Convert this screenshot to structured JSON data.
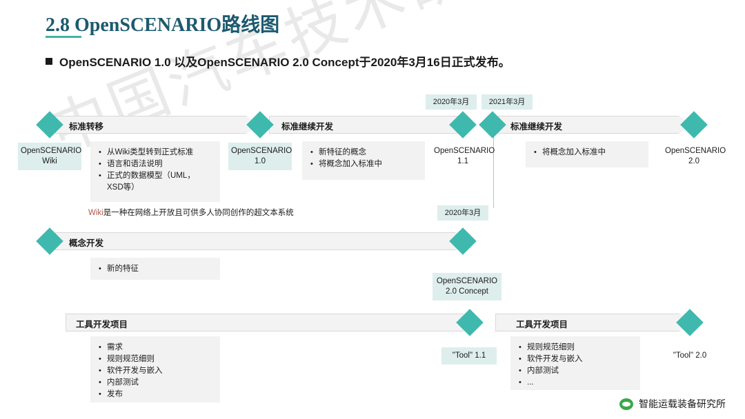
{
  "slide": {
    "title": "2.8 OpenSCENARIO路线图",
    "bullet": "OpenSCENARIO 1.0 以及OpenSCENARIO 2.0 Concept于2020年3月16日正式发布。",
    "watermark": "中国汽车技术研究中心有限公司",
    "badge_text": "智能运载装备研究所"
  },
  "chart_data": {
    "type": "diagram",
    "title": "OpenSCENARIO路线图",
    "tracks": [
      {
        "name": "standard-track",
        "phases": [
          {
            "title": "标准转移",
            "items": [
              "从Wiki类型转到正式标准",
              "语言和语法说明",
              "正式的数据模型（UML，",
              "XSD等）"
            ]
          },
          {
            "title": "标准继续开发",
            "items": [
              "新特征的概念",
              "将概念加入标准中"
            ]
          },
          {
            "title": "标准继续开发",
            "items": [
              "将概念加入标准中"
            ]
          }
        ],
        "milestones": [
          "OpenSCENARIO Wiki",
          "OpenSCENARIO 1.0",
          "OpenSCENARIO 1.1",
          "OpenSCENARIO 2.0"
        ],
        "dates": [
          "2020年3月",
          "2021年3月"
        ]
      },
      {
        "name": "concept-track",
        "phases": [
          {
            "title": "概念开发",
            "items": [
              "新的特征"
            ]
          }
        ],
        "milestones": [
          "OpenSCENARIO 2.0 Concept"
        ],
        "dates": [
          "2020年3月"
        ]
      },
      {
        "name": "tool-track",
        "phases": [
          {
            "title": "工具开发项目",
            "items": [
              "需求",
              "规则规范细则",
              "软件开发与嵌入",
              "内部测试",
              "发布"
            ]
          },
          {
            "title": "工具开发项目",
            "items": [
              "规则规范细则",
              "软件开发与嵌入",
              "内部测试",
              "..."
            ]
          }
        ],
        "milestones": [
          "\"Tool\" 1.1",
          "\"Tool\" 2.0"
        ]
      }
    ]
  },
  "row1": {
    "node_wiki": "OpenSCENARIO\nWiki",
    "node_10": "OpenSCENARIO\n1.0",
    "node_11": "OpenSCENARIO\n1.1",
    "node_20": "OpenSCENARIO\n2.0",
    "date_2020": "2020年3月",
    "date_2021": "2021年3月",
    "phase1_title": "标准转移",
    "phase1_items": [
      "从Wiki类型转到正式标准",
      "语言和语法说明",
      "正式的数据模型（UML，",
      "XSD等）"
    ],
    "phase2_title": "标准继续开发",
    "phase2_items": [
      "新特征的概念",
      "将概念加入标准中"
    ],
    "phase3_title": "标准继续开发",
    "phase3_items": [
      "将概念加入标准中"
    ],
    "note_prefix": "Wiki",
    "note_rest": "是一种在网络上开放且可供多人协同创作的超文本系统"
  },
  "row2": {
    "phase_title": "概念开发",
    "phase_items": [
      "新的特征"
    ],
    "date_2020": "2020年3月",
    "node_concept": "OpenSCENARIO\n2.0 Concept"
  },
  "row3": {
    "phase1_title": "工具开发项目",
    "phase1_items": [
      "需求",
      "规则规范细则",
      "软件开发与嵌入",
      "内部测试",
      "发布"
    ],
    "phase2_title": "工具开发项目",
    "phase2_items": [
      "规则规范细则",
      "软件开发与嵌入",
      "内部测试",
      "..."
    ],
    "node_tool11": "\"Tool\" 1.1",
    "node_tool20": "\"Tool\" 2.0"
  }
}
